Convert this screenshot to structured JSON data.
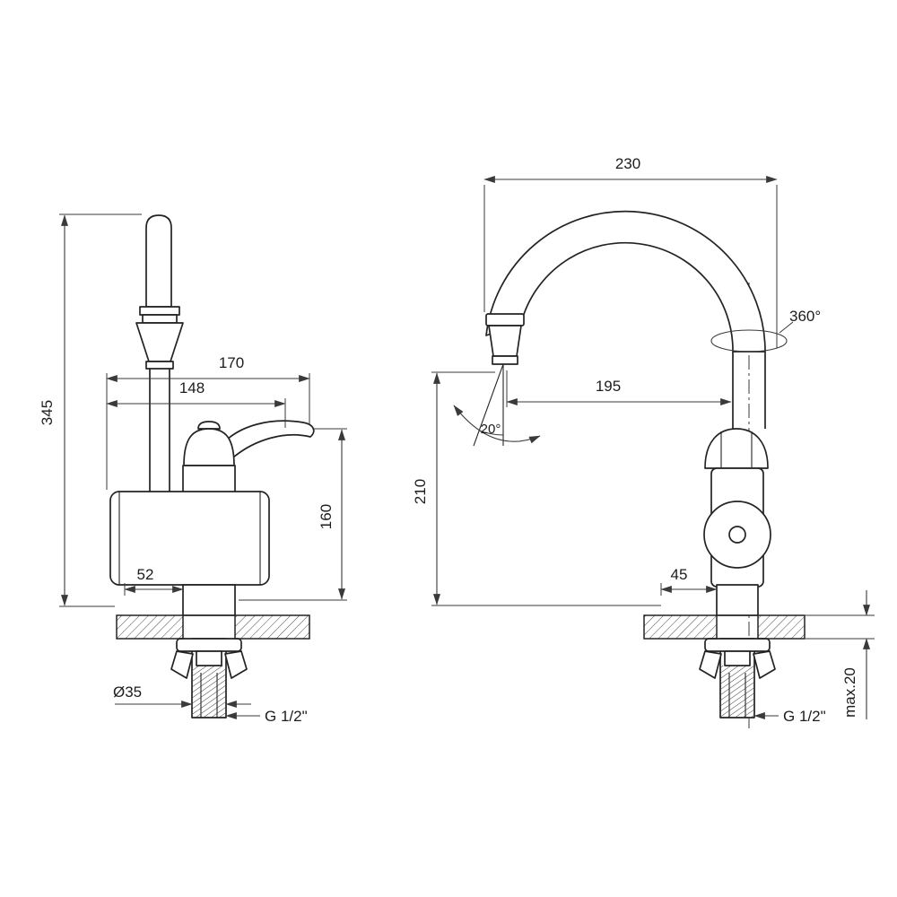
{
  "canvas": {
    "background": "#ffffff",
    "line_color": "#232323"
  },
  "drawing": {
    "side_view": {
      "overall_height": "345",
      "depth_total": "170",
      "depth_inner": "148",
      "body_height": "160",
      "base_offset": "52",
      "hole_diameter": "Ø35",
      "thread_size": "G 1/2\""
    },
    "front_view": {
      "overall_depth": "230",
      "swivel_angle": "360°",
      "spout_reach": "195",
      "spray_angle": "20°",
      "spout_height": "210",
      "base_width": "45",
      "thread_size": "G 1/2\"",
      "max_deck_thickness": "max.20"
    }
  }
}
